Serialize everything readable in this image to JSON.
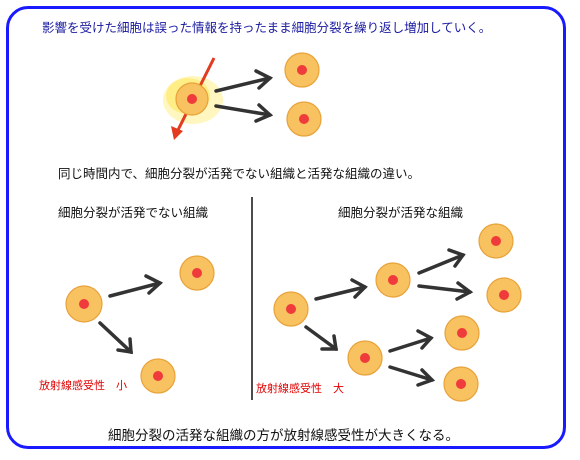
{
  "intro_text": "影響を受けた細胞は誤った情報を持ったまま細胞分裂を繰り返し増加していく。",
  "comparison_text": "同じ時間内で、細胞分裂が活発でない組織と活発な組織の違い。",
  "left_panel": {
    "heading": "細胞分裂が活発でない組織",
    "sensitivity_label": "放射線感受性　小"
  },
  "right_panel": {
    "heading": "細胞分裂が活発な組織",
    "sensitivity_label": "放射線感受性　大"
  },
  "conclusion_text": "細胞分裂の活発な組織の方が放射線感受性が大きくなる。",
  "colors": {
    "frame": "#1a1aff",
    "intro_text": "#1a1aa0",
    "sensitivity_text": "#e00000",
    "cell_fill": "#f7c25f",
    "cell_edge": "#e8a23a",
    "nucleus": "#ef3b3b",
    "radiation_arrow": "#e23b1f",
    "arrow": "#333333"
  }
}
